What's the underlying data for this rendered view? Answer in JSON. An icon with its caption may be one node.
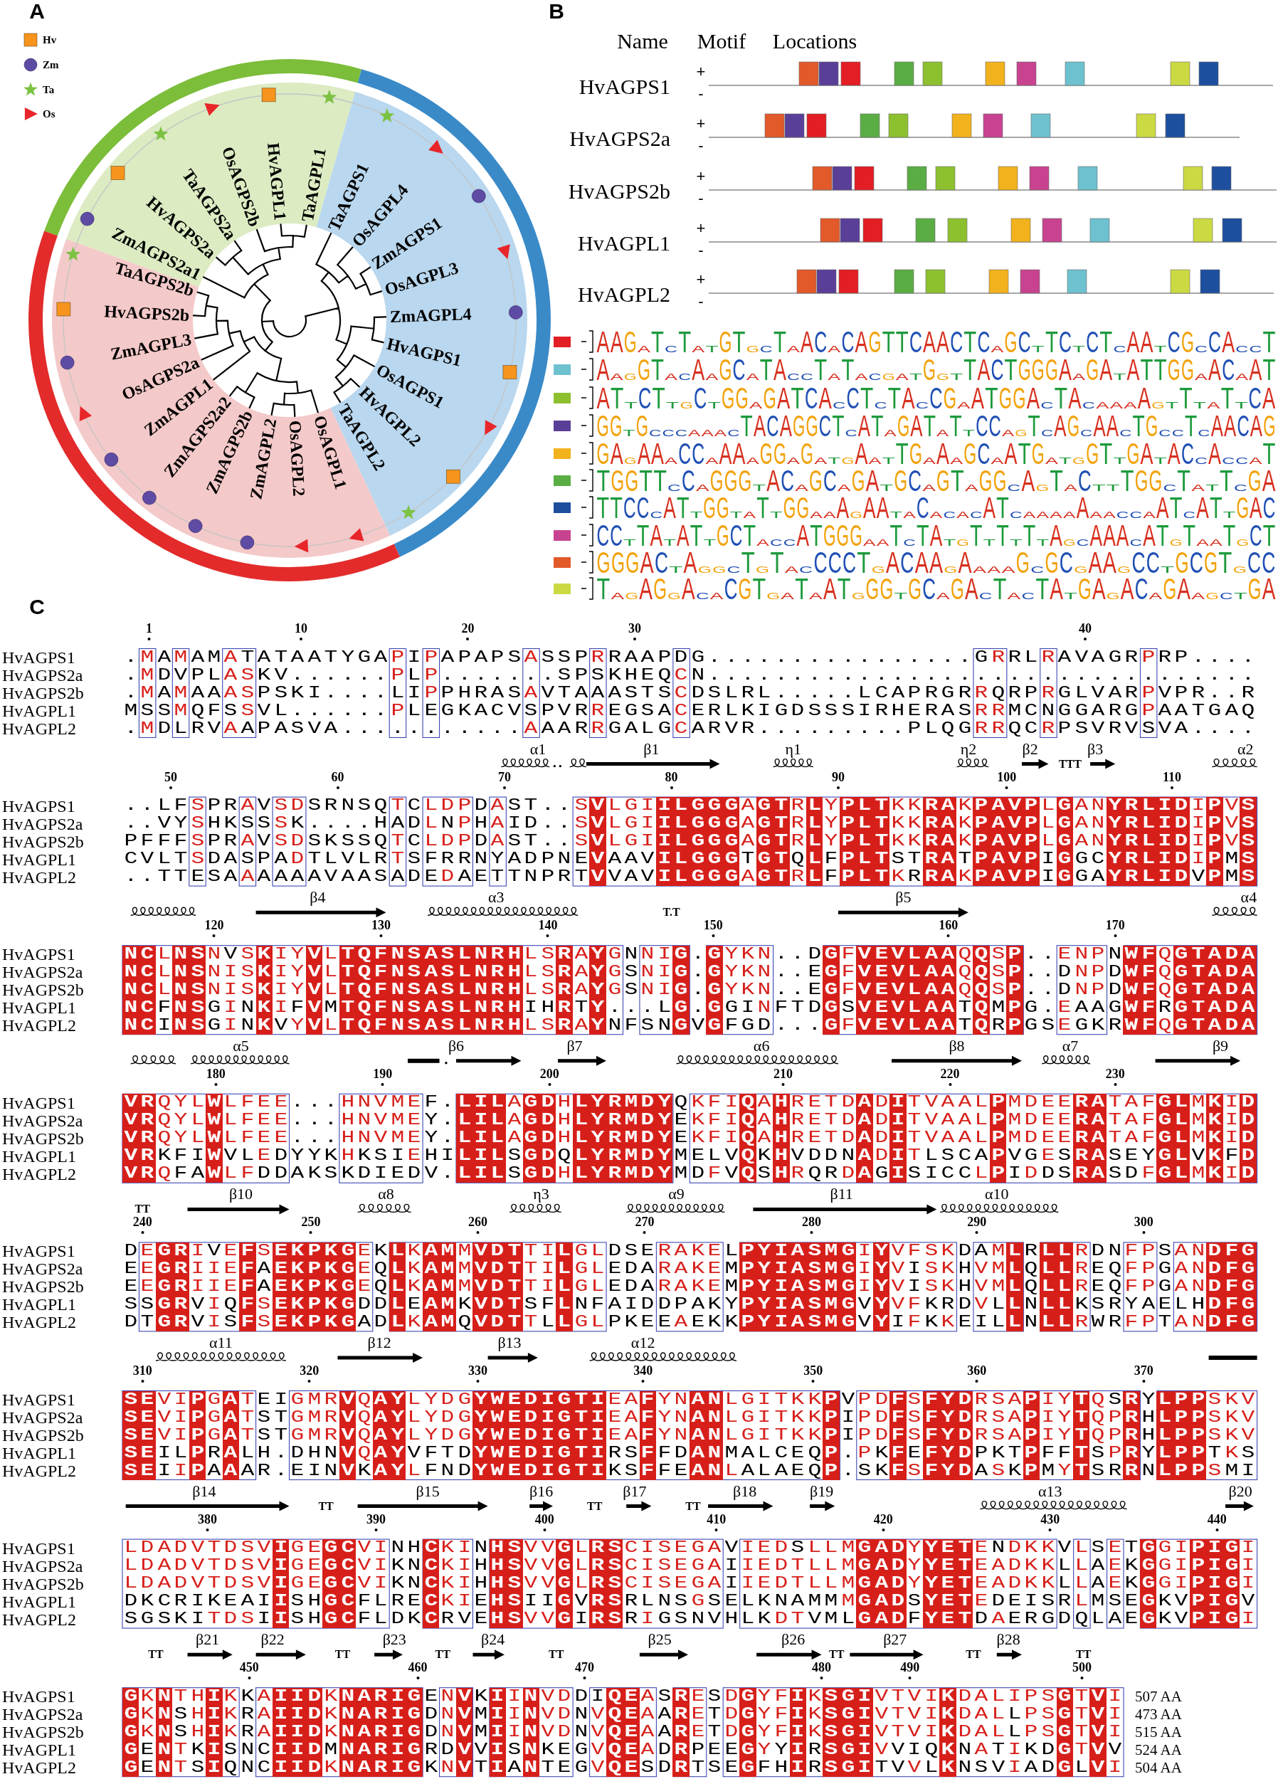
{
  "diagram": {
    "labels": [
      "A",
      "HvAGPS2b",
      "TaAGPS2b",
      "ZmAGPS2a1",
      "HvAGPS2a",
      "TaAGPS2a",
      "OsAGPS2b",
      "HvAGPL1",
      "TaAGPL1",
      "TaAGPS1",
      "OsAGPL4",
      "ZmAGPS1",
      "OsAGPL3",
      "ZmAGPL4",
      "ZmAGPL3",
      "OsAGPS2a",
      "ZmAGPL1",
      "ZmAGPS2a2",
      "ZmAGPS2b",
      "ZmAGPL2",
      "OsAGPL2",
      "OsAGPL1",
      "TaAGPL2",
      "HvAGPL2",
      "OsAGPS1",
      "HvAGPS1",
      "B",
      "Name",
      "Motif",
      "Locations",
      "HvAGPS1",
      "+",
      "-",
      "HvAGPS2a",
      "+",
      "-",
      "HvAGPS2b",
      "+",
      "-",
      "HvAGPL1",
      "+",
      "-",
      "HvAGPL2",
      "+",
      "-",
      "C",
      "1",
      "10",
      "20",
      "30",
      "40",
      "HvAGPS1",
      ".MAMAMATATAATYGAPIPAPAPSASSPRRAAPDG................GRRLRAVAGRPRP....",
      "HvAGPS2a",
      ".MDVPLASKV......PLP.......SPSKHEQCN.................................",
      "HvAGPS2b",
      ".MAMAAASPSKI....LIPPHRASAVTAAASTSCDSLRL.....LCAPRGRRQRPRGLVARPVPR..R",
      "HvAGPL1",
      "MSSMQFSSVL......PLEGKACVSPVRREGSACERLKIGDSSSIRHERASRRMCNGGARGPAATGAQ",
      "HvAGPL2",
      ".MDLRVAAPASVA...........AAARRGALGCARVR.........PLQGRRQCRPSVRVSVA....",
      "α1",
      "β1",
      "η1",
      "η2",
      "β2",
      "β3",
      "α2",
      "TTT",
      "50",
      "60",
      "70",
      "80",
      "90",
      "100",
      "110",
      "HvAGPS1",
      "..LFSPRAVSDSRNSQTCLDPDAST..SVLGIILGGGAGTRLYPLTKKRAKPAVPLGANYRLIDIPVS",
      "HvAGPS2a",
      "..VYSHKSSSK....HADLNPHAID..SVLGIILGGGAGTRLYPLTKKRAKPAVPLGANYRLIDIPVS",
      "HvAGPS2b",
      "PFFFSPRAVSDSKSSQTCLDPDAST..SVLGIILGGGAGTRLYPLTKKRAKPAVPLGANYRLIDIPVS",
      "HvAGPL1",
      "CVLTSDASPADTLVLRTSFRRNYADPNEVAAVILGGGTGTQLFPLTSTRATPAVPIGGCYRLIDIPMS",
      "HvAGPL2",
      "..TTESAAAAAAVAASADEDAETTNPRTVVAVILGGGAGTRLFPLTKRRAKPAVPIGGAYRLIDVPMS",
      "β4",
      "α3",
      "β5",
      "α4",
      "T.T",
      "120",
      "130",
      "140",
      "150",
      "160",
      "170",
      "HvAGPS1",
      "NCLNSNVSKIYVLTQFNSASLNRHLSRAYGNNIG.GYKN..DGFVEVLAAQQSP..ENPNWFQGTADA",
      "HvAGPS2a",
      "NCLNSNISKIYVLTQFNSASLNRHLSRAYGSNIG.GYKN..EGFVEVLAAQQSP..DNPDWFQGTADA",
      "HvAGPS2b",
      "NCLNSNISKIYVLTQFNSASLNRHLSRAYGSNIG.GYKN..EGFVEVLAAQQSP..DNPDWFQGTADA",
      "HvAGPL1",
      "NCFNSGINKIFVMTQFNSASLNRHIHRTY...LG.GGINFTDGSVEVLAATQMPG.EAAGWFRGTADA",
      "HvAGPL2",
      "NCINSGINKVYVLTQFNSASLNRHLSRAYNFSNGVGFGD...GFVEVLAATQRPGSEGKRWFQGTADA",
      "α5",
      "β6",
      "β7",
      "α6",
      "β8",
      "α7",
      "β9",
      "180",
      "190",
      "200",
      "210",
      "220",
      "230",
      "HvAGPS1",
      "VRQYLWLFEE...HNVMEF.LILAGDHLYRMDYQKFIQAHRETDADITVAALPMDEERATAFGLMKID",
      "HvAGPS2a",
      "VRQYLWLFEE...HNVMEY.LILAGDHLYRMDYEKFIQAHRETDADITVAALPMDEERATAFGLMKID",
      "HvAGPS2b",
      "VRQYLWLFEE...HNVMEY.LILAGDHLYRMDYEKFIQAHRETDADITVAALPMDEERATAFGLMKID",
      "HvAGPL1",
      "VRKFIWVLEDYYKHKSIEHILILSGDQLYRMDYMELVQKHVDDNADITLSCAPVGESRASEYGLVKFD",
      "HvAGPL2",
      "VRQFAWLFDDAKSKDIEDV.LILSGDHLYRMDYMDFVQSHRQRDAGISICCLPIDDSRASDFGLMKID",
      "β10",
      "α8",
      "η3",
      "α9",
      "β11",
      "α10",
      "TT",
      "240",
      "250",
      "260",
      "270",
      "280",
      "290",
      "300",
      "HvAGPS1",
      "DEGRIVEFSEKPKGEKLKAMMVDTTILGLDSERAKELPYIASMGIYVFSKDAMLRLLRDNFPSANDFG",
      "HvAGPS2a",
      "EEGRIIEFAEKPKGEQLKAMMVDTTILGLEDARAKEMPYIASMGIYVISKHVMLQLLREQFPGANDFG",
      "HvAGPS2b",
      "EEGRIIEFAEKPKGEQLKAMMVDTTILGLEDARAKEMPYIASMGIYVISKHVMLQLLREQFPGANDFG",
      "HvAGPL1",
      "SSGRVIQFSEKPKGDDLEAMKVDTSFLNFAIDDPAKYPYIASMGVYVFKRDVLLNLLKSRYAELHDFG",
      "HvAGPL2",
      "DTGRVISFSEKPKGADLKAMQVDTTLLGLPKEEAEKKPYIASMGVYIFKKEILLNLLRWRFPTANDFG",
      "α11",
      "β12",
      "β13",
      "α12",
      "310",
      "320",
      "330",
      "340",
      "350",
      "360",
      "370",
      "HvAGPS1",
      "SEVIPGATEIGMRVQAYLYDGYWEDIGTIEAFYNANLGITKKPVPDFSFYDRSAPIYTQSRYLPPSKV",
      "HvAGPS2a",
      "SEVIPGATSTGMRVQAYLYDGYWEDIGTIEAFYNANLGITKKPIPDFSFYDRSAPIYTQPRHLPPSKV",
      "HvAGPS2b",
      "SEVIPGATSTGMRVQAYLYDGYWEDIGTIEAFYNANLGITKKPIPDFSFYDRSAPIYTQPRHLPPSKV",
      "HvAGPL1",
      "SEILPRALH.DHNVQAYVFTDYWEDIGTIRSFFDANMALCEQP.PKFEFYDPKTPFFTSPRYLPPTKS",
      "HvAGPL2",
      "SEIIPAAAR.EINVKAYLFNDYWEDIGTIKSFFEANLALAEQP.SKFSFYDASKPMYTSRRNLPPSMI",
      "β14",
      "β15",
      "β16",
      "β17",
      "β18",
      "β19",
      "α13",
      "β20",
      "TT",
      "TT",
      "TT",
      "380",
      "390",
      "400",
      "410",
      "420",
      "430",
      "440",
      "HvAGPS1",
      "LDADVTDSVIGEGCVINHCKINHSVVGLRSCISEGAVIEDSLLMGADYYETENDKKVLSETGGIPIGI",
      "HvAGPS2a",
      "LDADVTDSVIGEGCVIKNCKIHHSVVGLRSCISEGAIIEDTLLMGADYYETEADKKLLAEKGGIPIGI",
      "HvAGPS2b",
      "LDADVTDSVIGEGCVIKNCKIHHSVVGLRSCISEGAIIEDTLLMGADYYETEADKKLLAEKGGIPIGI",
      "HvAGPL1",
      "DKCRIKEAIISHGCFLRECKIEHSIIGVRSRLNSGSELKNAMMMGADSYETEDEISRLMSEGKVPIGV",
      "HvAGPL2",
      "SGSKITDSIISHGCFLDKCRVEHSVVGIRSRIGSNVHLKDTVMLGADFYETDAERGDQLAEGKVPIGI",
      "β21",
      "β22",
      "β23",
      "β24",
      "β25",
      "β26",
      "β27",
      "β28",
      "TT",
      "TT",
      "TT",
      "TT",
      "TT",
      "TT",
      "TT",
      "450",
      "460",
      "470",
      "480",
      "490",
      "500",
      "HvAGPS1",
      "GKNTHIKKAIIDKNARIGENVKIINVDDIQEASRESDGYFIKSGIVTVIKDALIPSGTVI",
      "507 AA",
      "HvAGPS2a",
      "GKNSHIKRAIIDKNARIGDNVMIINVDNVQEAARETDGYFIKSGIVTVIKDALLPSGTVI",
      "473 AA",
      "HvAGPS2b",
      "GKNSHIKRAIIDKNARIGDNVMIINVDNVQEAARETDGYFIKSGIVTVIKDALLPSGTVI",
      "515 AA",
      "HvAGPL1",
      "GENTKISNCIIDMNARIGRDVVISNKEGVQEADRPEEGYYIRSGIVVIQKNATIKDGTVV",
      "524 AA",
      "HvAGPL2",
      "GENTSIQNCIIDKNARIGKNVTIANTEGVQESDRTSEGFHIRSGITVVLKNSVIADGLVI",
      "504 AA"
    ],
    "legend": [
      {
        "text": "Hv",
        "color": "#f7941d"
      },
      {
        "text": "Zm",
        "color": "#5e4ba4"
      },
      {
        "text": "Ta",
        "color": "#7cc242"
      },
      {
        "text": "Os",
        "color": "#e8262a"
      },
      {
        "text": "AAGATCTATGTGCTAACACAGTTCAACTCAGCTTCTCTCAATCGCCACCT",
        "color": "#e31e24"
      },
      {
        "text": "AAGGTACAAGCATACCTATACGATGGTTACTGGGAAGATATTGGAACAAT",
        "color": "#6ec1cf"
      },
      {
        "text": "ATTCTTGCTGGAGATCACCTCTACCGAATGGACTACAAAAGTTTATTCA",
        "color": "#8dc02f"
      },
      {
        "text": "GGTGCCCAAACTACAGGCTCATAGATATTCCAGTCAGCAACTGCCTCAACAG",
        "color": "#5a3f98"
      },
      {
        "text": "GAGAAACCAAAAGGAGATGAATTGAAAGCAATGATGGTTGATACCACCAT",
        "color": "#f2b21d"
      },
      {
        "text": "TGGTTCCAGGGTACAGCAGATGCAGTAGGCAGTACTTTGGCTATTCGA",
        "color": "#5aad43"
      },
      {
        "text": "TTCCCATTGGTATTGGAAAGAATACACACATCAAAAAAACCAATCATTGAC",
        "color": "#1e4f9f"
      },
      {
        "text": "CCTTATATTGCTACCATGGGAATCTATGTTTTTTAGCAAACATGTAATGCT",
        "color": "#c8438f"
      },
      {
        "text": "GGGACTAGGCTGTACCCCTGACAAGAAAAGCGCGAAGCCTGCGTGCC",
        "color": "#e2592a"
      },
      {
        "text": "TAGAGGACACGTGATAATGGGTGCAGACTACTATGAGACAGAAGCTGA",
        "color": "#cbd943"
      }
    ]
  }
}
